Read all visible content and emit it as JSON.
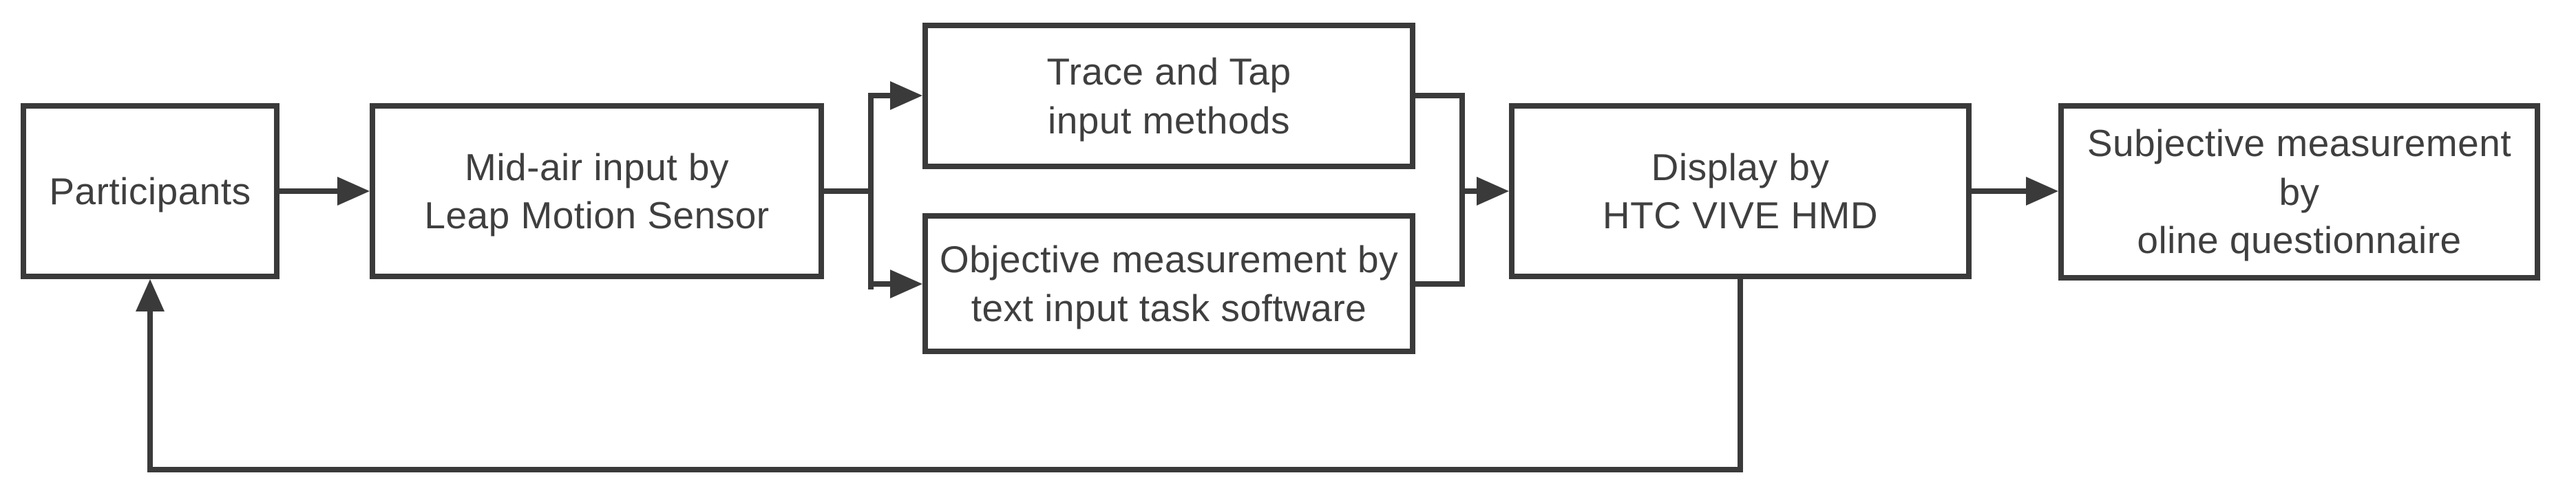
{
  "diagram": {
    "nodes": [
      {
        "id": "participants",
        "label": "Participants"
      },
      {
        "id": "mid-air-input",
        "label": "Mid-air input by\nLeap Motion Sensor"
      },
      {
        "id": "trace-tap-methods",
        "label": "Trace and Tap\ninput methods"
      },
      {
        "id": "objective-measurement",
        "label": "Objective measurement by\ntext input task software"
      },
      {
        "id": "display-hmd",
        "label": "Display by\nHTC VIVE HMD"
      },
      {
        "id": "subjective-measurement",
        "label": "Subjective measurement by\noline questionnaire"
      }
    ],
    "edges": [
      {
        "from": "participants",
        "to": "mid-air-input",
        "type": "arrow"
      },
      {
        "from": "mid-air-input",
        "to": "trace-tap-methods",
        "type": "arrow"
      },
      {
        "from": "mid-air-input",
        "to": "objective-measurement",
        "type": "arrow"
      },
      {
        "from": "trace-tap-methods",
        "to": "display-hmd",
        "type": "arrow"
      },
      {
        "from": "objective-measurement",
        "to": "display-hmd",
        "type": "arrow"
      },
      {
        "from": "display-hmd",
        "to": "subjective-measurement",
        "type": "arrow"
      },
      {
        "from": "display-hmd",
        "to": "participants",
        "type": "feedback-arrow"
      }
    ],
    "colors": {
      "stroke": "#3a3a3a",
      "text": "#3f3f3f",
      "background": "#ffffff"
    }
  }
}
